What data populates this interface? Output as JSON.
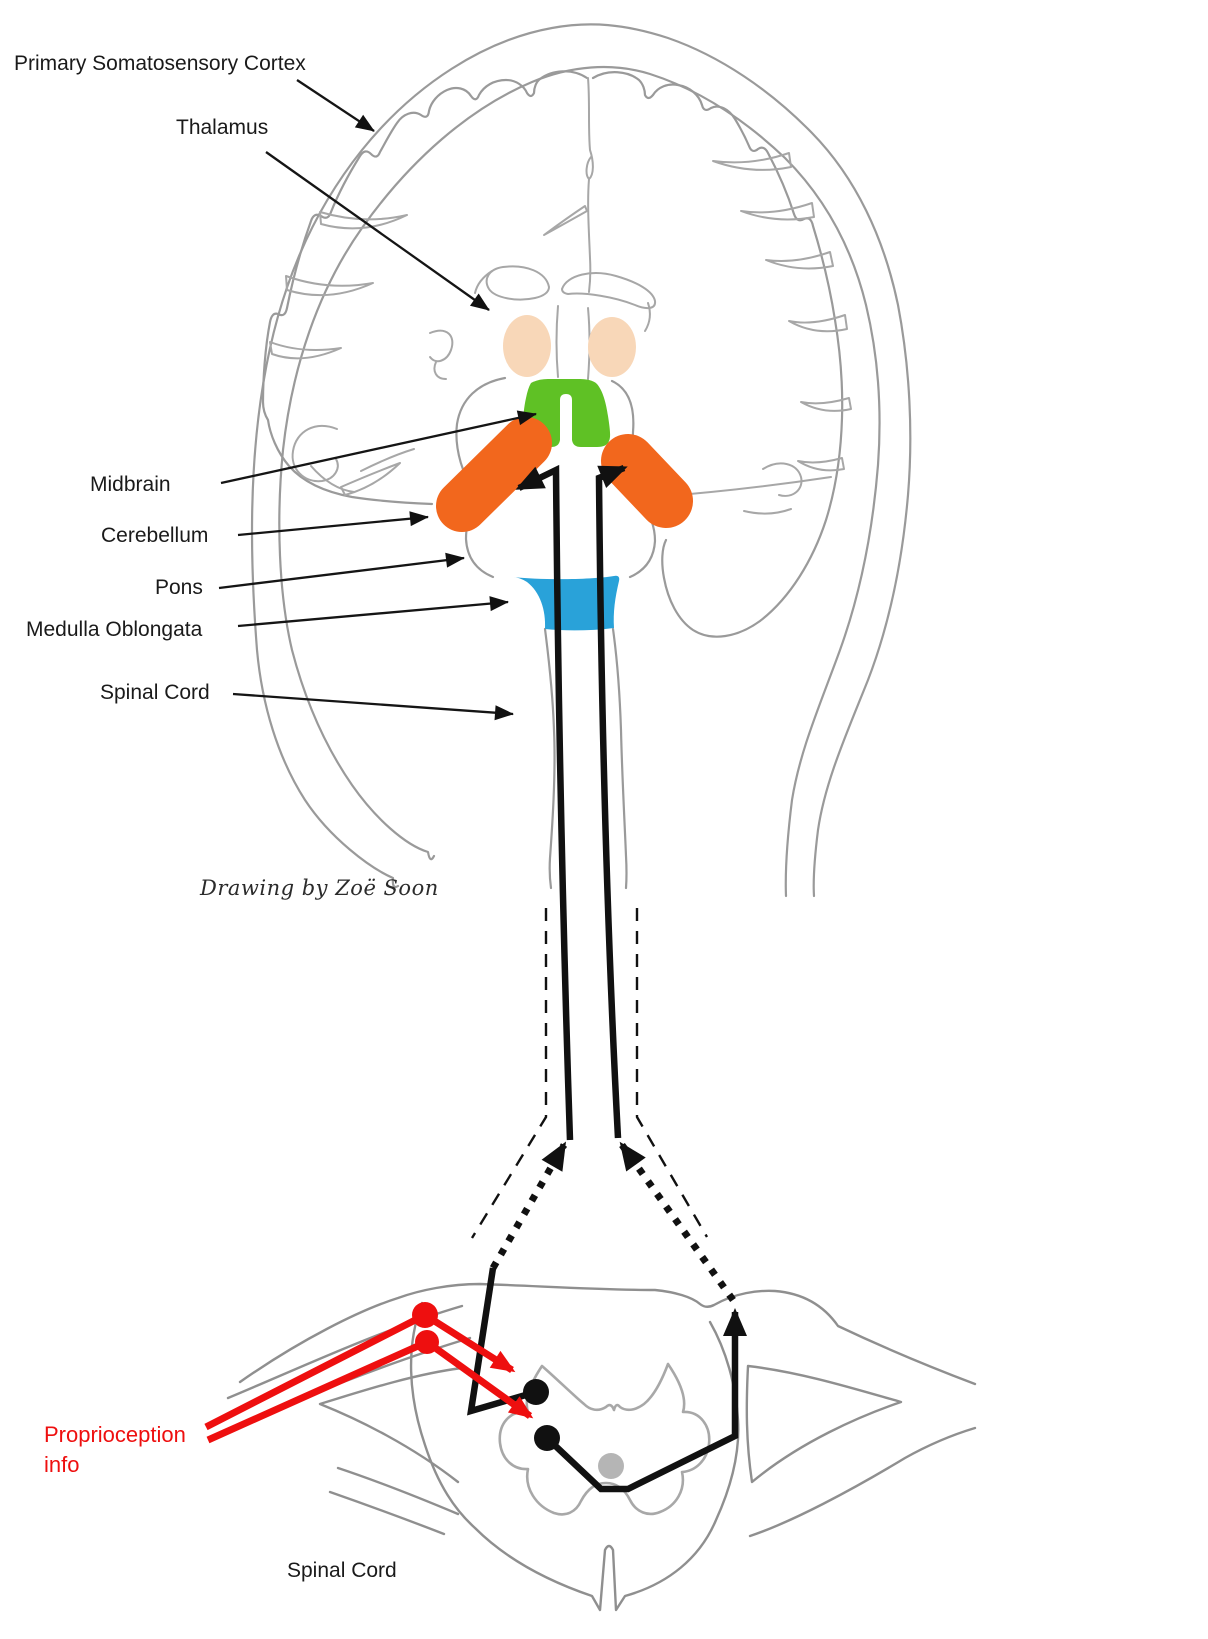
{
  "figure": {
    "credit": "Drawing by Zoë Soon",
    "description": "Hand-drawn coronal brain section and spinal cord cross-section showing the proprioception pathway to the cerebellum"
  },
  "labels": {
    "primary_somatosensory_cortex": "Primary Somatosensory Cortex",
    "thalamus": "Thalamus",
    "midbrain": "Midbrain",
    "cerebellum": "Cerebellum",
    "pons": "Pons",
    "medulla_oblongata": "Medulla Oblongata",
    "spinal_cord_upper": "Spinal Cord",
    "spinal_cord_lower": "Spinal Cord",
    "proprioception_line1": "Proprioception",
    "proprioception_line2": "info"
  },
  "colors": {
    "thalamus_fill": "#F8D7B8",
    "midbrain_fill": "#5FC125",
    "cerebellum_fill": "#F2671D",
    "medulla_fill": "#29A2D9",
    "proprioception_red": "#EE0F0F",
    "pathway_black": "#111111",
    "outline_gray": "#9A9A9A",
    "neuron_gray": "#B5B5B5",
    "label_text": "#1A1A1A"
  }
}
